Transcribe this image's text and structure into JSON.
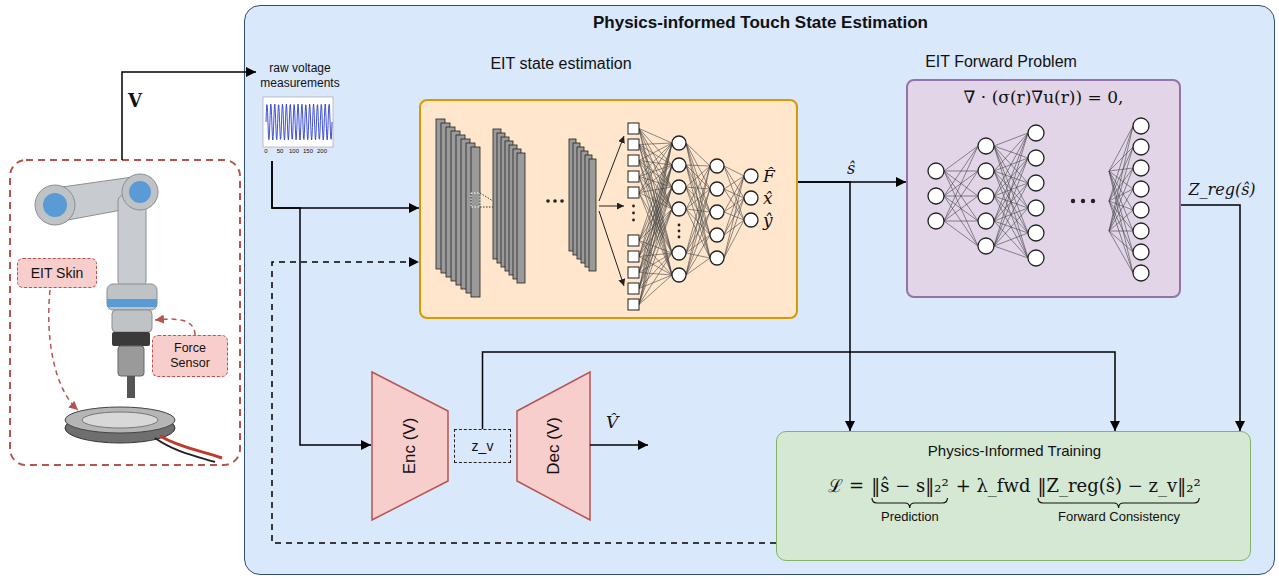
{
  "diagram": {
    "nodes": [
      {
        "text": [
          "EIT Skin"
        ]
      },
      {
        "text": [
          "Force Sensor"
        ]
      },
      {
        "text": [
          "Physics-informed Touch State Estimation"
        ]
      },
      {
        "text": [
          "raw voltage measurements"
        ],
        "in": 2
      },
      {
        "text": [
          "EIT state estimation",
          "F̂",
          "x̂",
          "ŷ"
        ],
        "in": 2
      },
      {
        "text": [
          "EIT Forward Problem",
          "∇ · (σ(r)∇u(r)) = 0,"
        ],
        "in": 2
      },
      {
        "text": [
          "Enc (V)"
        ],
        "in": 2
      },
      {
        "text": [
          "z_v"
        ],
        "in": 2
      },
      {
        "text": [
          "Dec (V)"
        ],
        "in": 2
      },
      {
        "text": [
          "Physics-Informed Training",
          "ℒ =",
          "‖ŝ − s‖₂²",
          "+ λ_fwd",
          "‖Z_reg(ŝ) − z_v‖₂²",
          "Prediction",
          "Forward Consistency"
        ],
        "in": 2
      }
    ],
    "edges": [
      {
        "from": 3,
        "to": 4,
        "arrow": "to"
      },
      {
        "from": 3,
        "to": 6,
        "arrow": "to"
      },
      {
        "from": 4,
        "to": 5,
        "label": "ŝ",
        "arrow": "to"
      },
      {
        "from": 4,
        "to": 9,
        "arrow": "to"
      },
      {
        "from": 5,
        "to": 9,
        "label": "Z_reg(ŝ)",
        "arrow": "to"
      },
      {
        "from": 7,
        "to": 9,
        "arrow": "to"
      },
      {
        "from": 9,
        "to": 4,
        "arrow": "to"
      }
    ],
    "labels": [
      "V",
      "V̂",
      "0",
      "50",
      "100",
      "150",
      "200"
    ]
  }
}
